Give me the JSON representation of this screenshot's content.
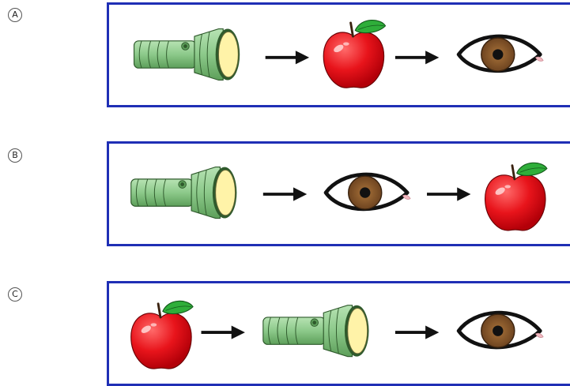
{
  "question": {
    "options": [
      {
        "label": "A",
        "sequence": [
          "flashlight-icon",
          "arrow-icon",
          "apple-icon",
          "arrow-icon",
          "eye-icon"
        ]
      },
      {
        "label": "B",
        "sequence": [
          "flashlight-icon",
          "arrow-icon",
          "eye-icon",
          "arrow-icon",
          "apple-icon"
        ]
      },
      {
        "label": "C",
        "sequence": [
          "apple-icon",
          "arrow-icon",
          "flashlight-icon",
          "arrow-icon",
          "eye-icon"
        ]
      }
    ]
  },
  "colors": {
    "panel_border": "#1f2fb5",
    "flashlight_body": "#8cc98a",
    "flashlight_lens": "#fff3a8",
    "apple_red": "#e8141b",
    "leaf_green": "#2fae3a",
    "iris_brown": "#8a5a2b"
  }
}
